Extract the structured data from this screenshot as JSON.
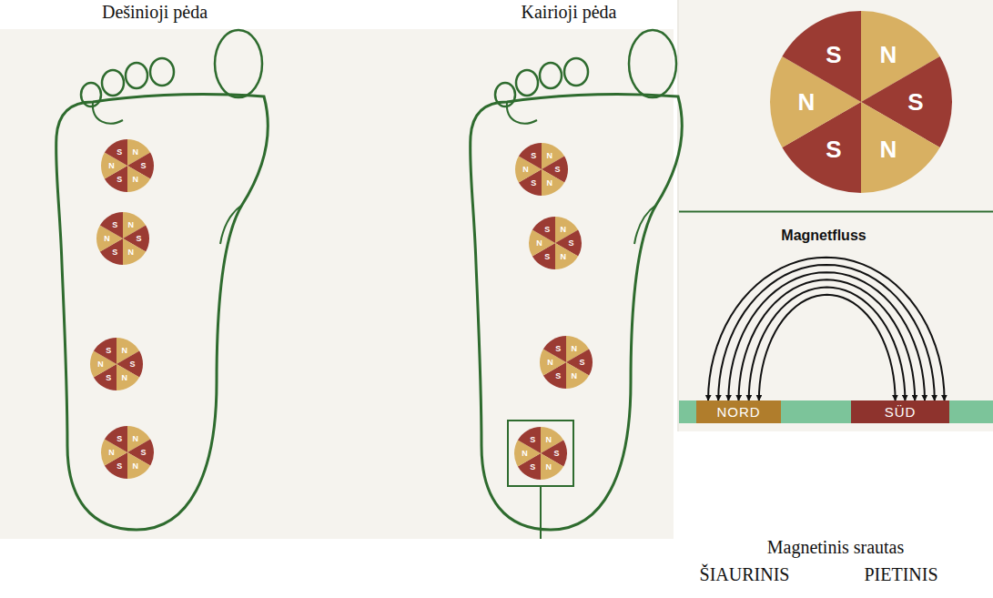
{
  "diagram": {
    "nodes": [
      {
        "text": [
          "Dešinioji pėda"
        ]
      },
      {
        "text": [
          "S",
          "N",
          "N",
          "S",
          "S",
          "N"
        ],
        "in": 0
      },
      {
        "text": [
          "S",
          "N",
          "N",
          "S",
          "S",
          "N"
        ],
        "in": 0
      },
      {
        "text": [
          "S",
          "N",
          "N",
          "S",
          "S",
          "N"
        ],
        "in": 0
      },
      {
        "text": [
          "S",
          "N",
          "N",
          "S",
          "S",
          "N"
        ],
        "in": 0
      },
      {
        "text": [
          "Kairioji pėda"
        ]
      },
      {
        "text": [
          "S",
          "N",
          "N",
          "S",
          "S",
          "N"
        ],
        "in": 5
      },
      {
        "text": [
          "S",
          "N",
          "N",
          "S",
          "S",
          "N"
        ],
        "in": 5
      },
      {
        "text": [
          "S",
          "N",
          "N",
          "S",
          "S",
          "N"
        ],
        "in": 5
      },
      {
        "text": [
          "S",
          "N",
          "N",
          "S",
          "S",
          "N"
        ],
        "in": 5
      },
      {
        "text": [
          "S",
          "N",
          "N",
          "S",
          "S",
          "N"
        ]
      },
      {
        "text": [
          "NORD"
        ]
      },
      {
        "text": [
          "SÜD"
        ]
      }
    ],
    "edges": [
      {
        "from": 11,
        "to": 12,
        "arrow": "both"
      },
      {
        "from": 11,
        "to": 12,
        "arrow": "both"
      },
      {
        "from": 11,
        "to": 12,
        "arrow": "both"
      },
      {
        "from": 11,
        "to": 12,
        "arrow": "both"
      },
      {
        "from": 11,
        "to": 12,
        "arrow": "both"
      },
      {
        "from": 11,
        "to": 12,
        "arrow": "both"
      }
    ],
    "labels": [
      "Magnetfluss",
      "Magnetinis srautas",
      "ŠIAURINIS",
      "PIETINIS"
    ]
  }
}
